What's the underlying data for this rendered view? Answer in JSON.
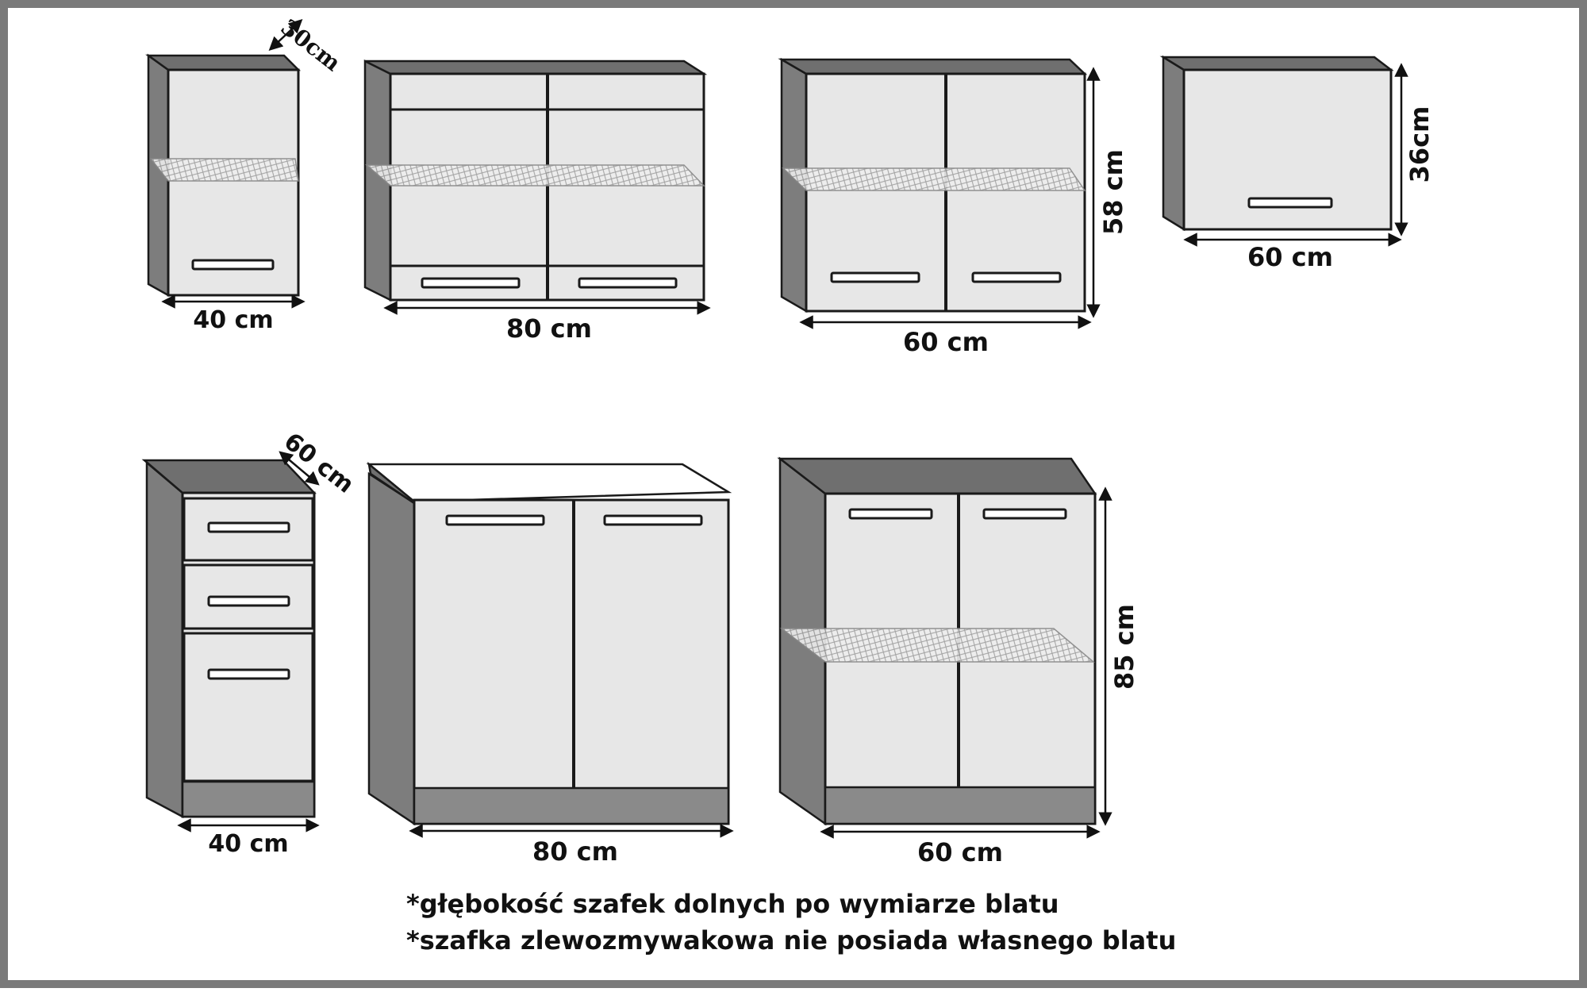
{
  "upper_cabinets": {
    "cabinet_40": {
      "width_label": "40 cm",
      "depth_label": "30cm"
    },
    "cabinet_80": {
      "width_label": "80 cm"
    },
    "cabinet_60": {
      "width_label": "60 cm",
      "height_label": "58 cm"
    },
    "cabinet_60_flap": {
      "width_label": "60 cm",
      "height_label": "36cm"
    }
  },
  "lower_cabinets": {
    "drawer_40": {
      "width_label": "40 cm",
      "depth_label": "60 cm"
    },
    "sink_80": {
      "width_label": "80 cm"
    },
    "base_60": {
      "width_label": "60 cm",
      "height_label": "85 cm"
    }
  },
  "notes": {
    "line1": "*głębokość szafek dolnych po wymiarze blatu",
    "line2": "*szafka zlewozmywakowa nie posiada własnego blatu"
  },
  "colors": {
    "border": "#7a7a7a",
    "carcass": "#7d7d7d",
    "front": "#e7e7e7"
  }
}
